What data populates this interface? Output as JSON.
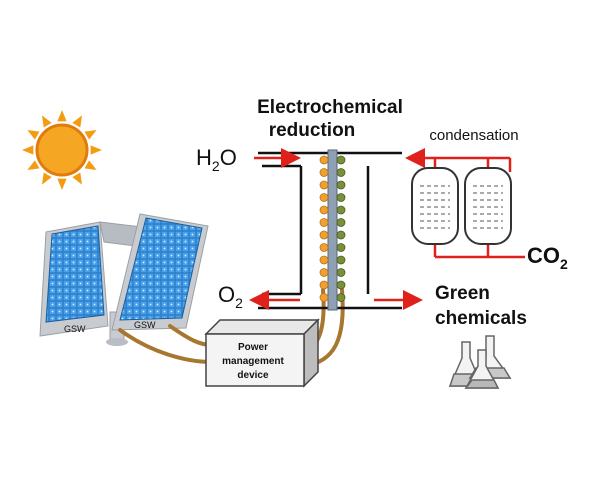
{
  "labels": {
    "reactor_title_line1": "Electrochemical",
    "reactor_title_line2": "reduction",
    "condensation": "condensation",
    "water_main": "H",
    "water_sub": "2",
    "water_tail": "O",
    "oxygen_main": "O",
    "oxygen_sub": "2",
    "co2_main": "CO",
    "co2_sub": "2",
    "products_line1": "Green",
    "products_line2": "chemicals",
    "device_line1": "Power",
    "device_line2": "management",
    "device_line3": "device",
    "panel_brand_left": "GSW",
    "panel_brand_right": "GSW"
  },
  "colors": {
    "arrow": "#e0201a",
    "cable": "#a8772f",
    "sun": "#f39c12",
    "panel_cell": "#3a8fd8",
    "panel_frame": "#c8ccd0",
    "electrode_orange": "#f0a030",
    "electrode_green": "#7a8f3a",
    "membrane": "#8fa0b4"
  },
  "icons": [
    "sun-icon",
    "solar-panel-icon",
    "tank-icon",
    "flask-icon"
  ]
}
